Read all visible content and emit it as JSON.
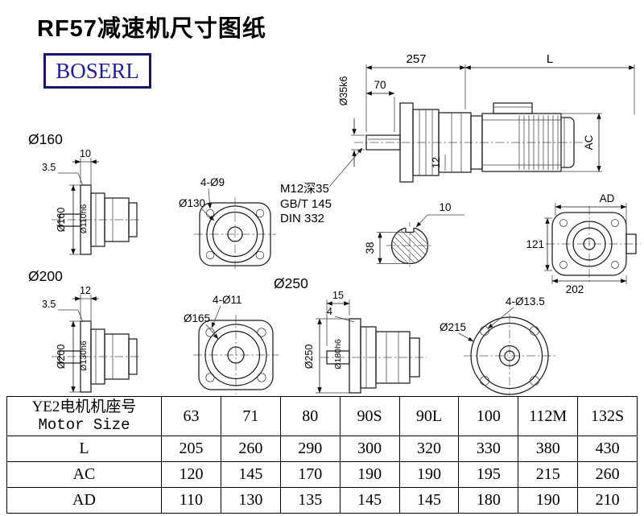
{
  "page": {
    "title": "RF57减速机尺寸图纸",
    "brand": "BOSERL"
  },
  "group_labels": {
    "g160": "Ø160",
    "g200": "Ø200",
    "g250": "Ø250"
  },
  "views": {
    "main": {
      "dim_257": "257",
      "dim_L": "L",
      "dim_70": "70",
      "dim_shaft": "Ø35k6",
      "dim_12": "12",
      "dim_AC": "AC",
      "note1": "M12深35",
      "note2": "GB/T 145",
      "note3": "DIN 332"
    },
    "section": {
      "key_width": "10",
      "height": "38"
    },
    "ad": {
      "dim_AD": "AD",
      "dim_121": "121",
      "dim_202": "202"
    },
    "v160": {
      "dim_top": "10",
      "dim_thk": "3.5",
      "dim_flange": "Ø160",
      "dim_pilot": "Ø110h6"
    },
    "f130": {
      "holes": "4-Ø9",
      "bolt_circle": "Ø130"
    },
    "v200": {
      "dim_top": "12",
      "dim_thk": "3.5",
      "dim_flange": "Ø200",
      "dim_pilot": "Ø130h6"
    },
    "f165": {
      "holes": "4-Ø11",
      "bolt_circle": "Ø165"
    },
    "v250": {
      "dim_top": "15",
      "dim_thk": "4",
      "dim_flange": "Ø250",
      "dim_pilot": "Ø180h6"
    },
    "f215": {
      "holes": "4-Ø13.5",
      "outer": "Ø215"
    }
  },
  "table": {
    "header": {
      "line1": "YE2电机机座号",
      "line2": "Motor Size"
    },
    "sizes": [
      "63",
      "71",
      "80",
      "90S",
      "90L",
      "100",
      "112M",
      "132S"
    ],
    "rows": [
      {
        "label": "L",
        "values": [
          "205",
          "260",
          "290",
          "300",
          "320",
          "330",
          "380",
          "430"
        ]
      },
      {
        "label": "AC",
        "values": [
          "120",
          "145",
          "170",
          "190",
          "190",
          "195",
          "215",
          "260"
        ]
      },
      {
        "label": "AD",
        "values": [
          "110",
          "130",
          "135",
          "145",
          "145",
          "180",
          "190",
          "210"
        ]
      }
    ]
  }
}
